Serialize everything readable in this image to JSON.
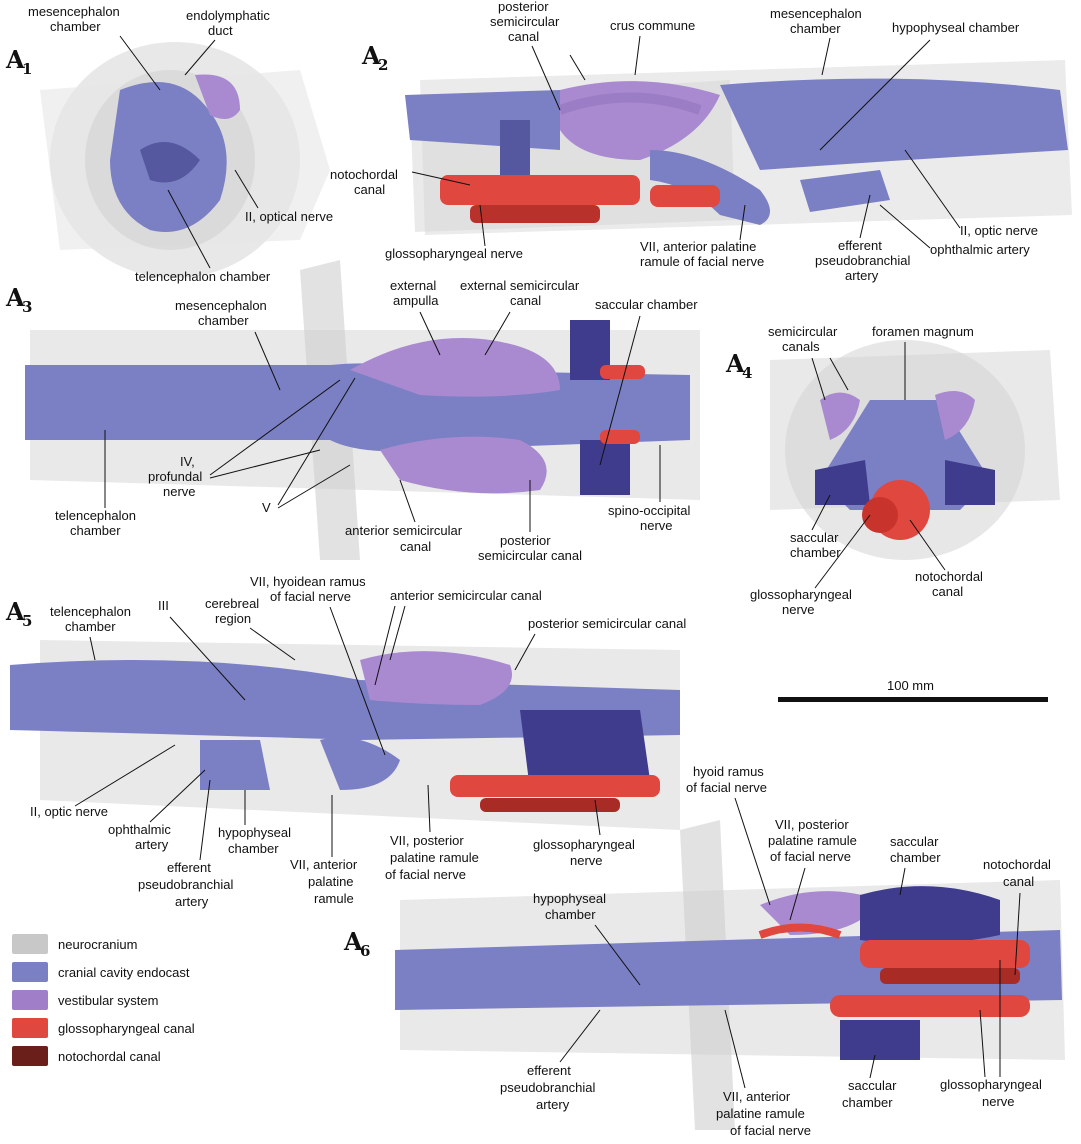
{
  "panels": {
    "a1": {
      "letter": "A",
      "sub": "1"
    },
    "a2": {
      "letter": "A",
      "sub": "2"
    },
    "a3": {
      "letter": "A",
      "sub": "3"
    },
    "a4": {
      "letter": "A",
      "sub": "4"
    },
    "a5": {
      "letter": "A",
      "sub": "5"
    },
    "a6": {
      "letter": "A",
      "sub": "6"
    }
  },
  "labels": {
    "a1": {
      "mesencephalon_1": "mesencephalon",
      "mesencephalon_2": "chamber",
      "endolymphatic_1": "endolymphatic",
      "endolymphatic_2": "duct",
      "optical_nerve": "II, optical nerve",
      "telencephalon": "telencephalon chamber"
    },
    "a2": {
      "posterior_1": "posterior",
      "posterior_2": "semicircular",
      "posterior_3": "canal",
      "crus": "crus commune",
      "mesencephalon_1": "mesencephalon",
      "mesencephalon_2": "chamber",
      "hypophyseal": "hypophyseal chamber",
      "notochordal_1": "notochordal",
      "notochordal_2": "canal",
      "glosso": "glossopharyngeal nerve",
      "vii_1": "VII,  anterior palatine",
      "vii_2": "ramule of facial nerve",
      "efferent_1": "efferent",
      "efferent_2": "pseudobranchial",
      "efferent_3": "artery",
      "optic_nerve": "II, optic nerve",
      "ophthalmic": "ophthalmic artery"
    },
    "a3": {
      "mesencephalon_1": "mesencephalon",
      "mesencephalon_2": "chamber",
      "ext_ampulla_1": "external",
      "ext_ampulla_2": "ampulla",
      "ext_canal_1": "external semicircular",
      "ext_canal_2": "canal",
      "saccular": "saccular chamber",
      "iv_1": "IV,",
      "iv_2": "profundal",
      "iv_3": "nerve",
      "telencephalon_1": "telencephalon",
      "telencephalon_2": "chamber",
      "v": "V",
      "anterior_1": "anterior semicircular",
      "anterior_2": "canal",
      "posterior_1": "posterior",
      "posterior_2": "semicircular  canal",
      "spino_1": "spino-occipital",
      "spino_2": "nerve"
    },
    "a4": {
      "semicircular_1": "semicircular",
      "semicircular_2": "canals",
      "foramen": "foramen magnum",
      "saccular_1": "saccular",
      "saccular_2": "chamber",
      "glosso_1": "glossopharyngeal",
      "glosso_2": "nerve",
      "notochordal_1": "notochordal",
      "notochordal_2": "canal"
    },
    "a5": {
      "telencephalon_1": "telencephalon",
      "telencephalon_2": "chamber",
      "iii": "III",
      "cerebreal_1": "cerebreal",
      "cerebreal_2": "region",
      "vii_hyo_1": "VII, hyoidean ramus",
      "vii_hyo_2": "of facial nerve",
      "anterior": "anterior semicircular canal",
      "posterior": "posterior semicircular  canal",
      "optic": "II, optic nerve",
      "ophthalmic_1": "ophthalmic",
      "ophthalmic_2": "artery",
      "efferent_1": "efferent",
      "efferent_2": "pseudobranchial",
      "efferent_3": "artery",
      "hypophyseal_1": "hypophyseal",
      "hypophyseal_2": "chamber",
      "vii_ant_1": "VII, anterior",
      "vii_ant_2": "palatine",
      "vii_ant_3": "ramule",
      "vii_post_1": "VII, posterior",
      "vii_post_2": "palatine ramule",
      "vii_post_3": "of facial nerve",
      "glosso_1": "glossopharyngeal",
      "glosso_2": "nerve"
    },
    "a6": {
      "hyoid_1": "hyoid ramus",
      "hyoid_2": "of facial nerve",
      "vii_post_1": "VII, posterior",
      "vii_post_2": "palatine ramule",
      "vii_post_3": "of facial nerve",
      "saccular_top_1": "saccular",
      "saccular_top_2": "chamber",
      "notochordal_1": "notochordal",
      "notochordal_2": "canal",
      "hypophyseal_1": "hypophyseal",
      "hypophyseal_2": "chamber",
      "efferent_1": "efferent",
      "efferent_2": "pseudobranchial",
      "efferent_3": "artery",
      "vii_ant_1": "VII, anterior",
      "vii_ant_2": "palatine ramule",
      "vii_ant_3": "of facial nerve",
      "saccular_bot_1": "saccular",
      "saccular_bot_2": "chamber",
      "glosso_1": "glossopharyngeal",
      "glosso_2": "nerve"
    }
  },
  "scale_bar": {
    "label": "100 mm"
  },
  "legend": [
    {
      "label": "neurocranium",
      "color": "#c8c8c8"
    },
    {
      "label": "cranial cavity endocast",
      "color": "#7b7fc4"
    },
    {
      "label": "vestibular system",
      "color": "#a07fc8"
    },
    {
      "label": "glossopharyngeal canal",
      "color": "#e0473f"
    },
    {
      "label": "notochordal canal",
      "color": "#6b1f1a"
    }
  ],
  "colors": {
    "neurocranium": "#dcdcdc",
    "endocast": "#7b7fc4",
    "endocast_dark": "#55589e",
    "vestibular": "#a98ad0",
    "glosso": "#e0473f",
    "notochord": "#7a2520"
  }
}
